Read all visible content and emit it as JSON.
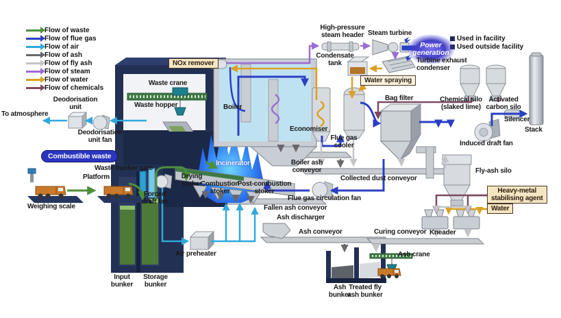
{
  "legend": {
    "flows": [
      {
        "label": "Flow of waste",
        "color": "#4e8f3c"
      },
      {
        "label": "Flow of flue gas",
        "color": "#2b3fc4"
      },
      {
        "label": "Flow of air",
        "color": "#2fa8dc"
      },
      {
        "label": "Flow of ash",
        "color": "#68686c"
      },
      {
        "label": "Flow of fly ash",
        "color": "#c4c4c8"
      },
      {
        "label": "Flow of steam",
        "color": "#9a6fd2"
      },
      {
        "label": "Flow of water",
        "color": "#d9a127"
      },
      {
        "label": "Flow of chemicals",
        "color": "#7d4a62"
      }
    ]
  },
  "usage": [
    {
      "label": "Used in facility"
    },
    {
      "label": "Used outside facility"
    }
  ],
  "badges": {
    "combustible_waste": "Combustible waste",
    "power_generation": "Power\ngeneration",
    "nox_remover": "NOx remover",
    "water_spraying": "Water spraying",
    "heavy_metal": "Heavy-metal\nstabilising agent",
    "water": "Water"
  },
  "labels": {
    "to_atmosphere": "To atmosphere",
    "deodorisation_unit": "Deodorisation\nunit",
    "deodorisation_unit_fan": "Deodorisation\nunit fan",
    "waste_bunker_gate": "Waste bunker gate",
    "platform": "Platform",
    "weighing_scale": "Weighing scale",
    "waste_crane": "Waste crane",
    "waste_hopper": "Waste hopper",
    "boiler": "Boiler",
    "incinerator": "Incinerator",
    "drying_stoker": "Drying\nstoker",
    "combustion_stoker": "Combustion\nstoker",
    "post_combustion_stoker": "Post-combustion\nstoker",
    "forced_draft_fan": "Forced\ndraft fan",
    "air_preheater": "Air preheater",
    "input_bunker": "Input\nbunker",
    "storage_bunker": "Storage\nbunker",
    "high_pressure_steam_header": "High-pressure\nsteam header",
    "steam_turbine": "Steam turbine",
    "condensate_tank": "Condensate\ntank",
    "turbine_exhaust_condenser": "Turbine exhaust\ncondenser",
    "economiser": "Economiser",
    "flue_gas_cooler": "Flue gas\ncooler",
    "bag_filter": "Bag filter",
    "chemical_silo": "Chemical silo\n(slaked lime)",
    "activated_carbon_silo": "Activated\ncarbon silo",
    "silencer": "Silencer",
    "stack": "Stack",
    "induced_draft_fan": "Induced draft fan",
    "boiler_ash_conveyor": "Boiler ash\nconveyor",
    "collected_dust_conveyor": "Collected dust conveyor",
    "fly_ash_silo": "Fly-ash silo",
    "flue_gas_circulation_fan": "Flue gas circulation fan",
    "fallen_ash_conveyor": "Fallen ash conveyor",
    "ash_discharger": "Ash discharger",
    "ash_conveyor": "Ash conveyor",
    "curing_conveyor": "Curing conveyor",
    "kneader": "Kneader",
    "ash_crane": "Ash crane",
    "ash_bunker": "Ash\nbunker",
    "treated_fly_ash_bunker": "Treated fly\nash bunker"
  }
}
